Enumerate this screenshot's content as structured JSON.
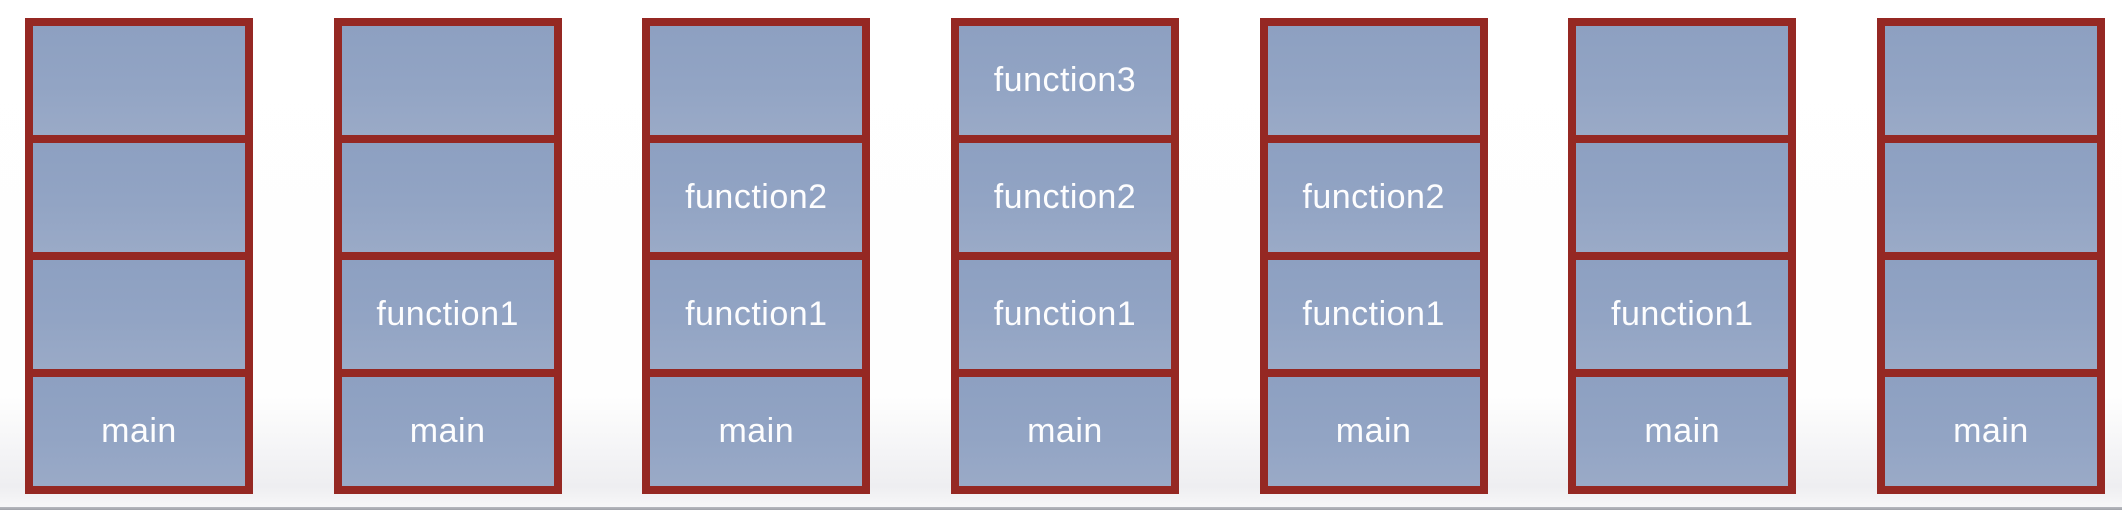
{
  "diagram": {
    "type": "call-stack-sequence",
    "stack_count": 7,
    "frames_per_stack": 4
  },
  "stacks": [
    {
      "frames": [
        "",
        "",
        "",
        "main"
      ]
    },
    {
      "frames": [
        "",
        "",
        "function1",
        "main"
      ]
    },
    {
      "frames": [
        "",
        "function2",
        "function1",
        "main"
      ]
    },
    {
      "frames": [
        "function3",
        "function2",
        "function1",
        "main"
      ]
    },
    {
      "frames": [
        "",
        "function2",
        "function1",
        "main"
      ]
    },
    {
      "frames": [
        "",
        "",
        "function1",
        "main"
      ]
    },
    {
      "frames": [
        "",
        "",
        "",
        "main"
      ]
    }
  ],
  "colors": {
    "frame_border": "#952823",
    "frame_fill": "#92a4c4",
    "frame_text": "#fdfdfe",
    "background_top": "#ffffff",
    "background_bottom": "#f7f7f8",
    "bottom_divider": "#a0a2a9"
  }
}
